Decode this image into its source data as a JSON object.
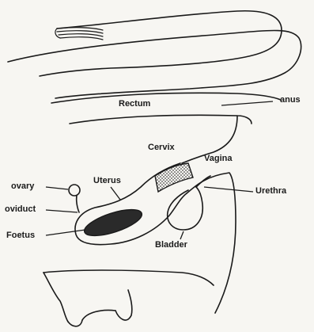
{
  "diagram": {
    "labels": {
      "rectum": "Rectum",
      "anus": "anus",
      "cervix": "Cervix",
      "vagina": "Vagina",
      "ovary": "ovary",
      "uterus": "Uterus",
      "urethra": "Urethra",
      "oviduct": "oviduct",
      "foetus": "Foetus",
      "bladder": "Bladder"
    },
    "colors": {
      "line": "#1a1a1a",
      "background": "#f7f6f2",
      "foetus_fill": "#2a2a2a"
    }
  }
}
